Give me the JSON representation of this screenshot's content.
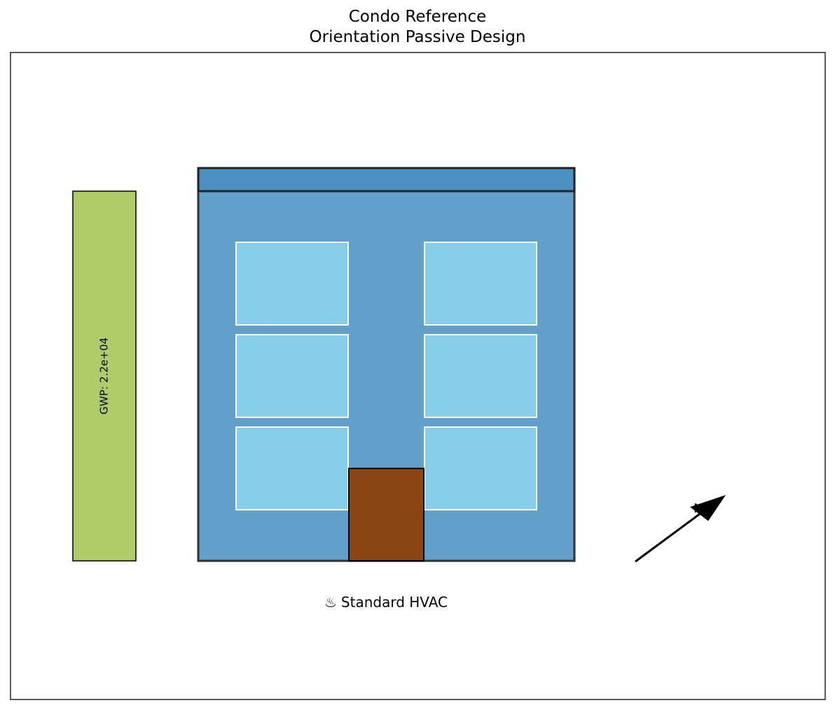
{
  "title": {
    "line1": "Condo Reference",
    "line2": "Orientation Passive Design"
  },
  "gwp_bar": {
    "label": "GWP: 2.2e+04",
    "color": "#aecd6a"
  },
  "building": {
    "wall_color": "#629fca",
    "roof_color": "#4a90c2",
    "window_color": "#87ceeb",
    "door_color": "#8b4513",
    "window_rows": 3,
    "window_cols": 2
  },
  "hvac": {
    "icon": "hot-springs-icon",
    "icon_glyph": "♨",
    "label": "Standard HVAC"
  },
  "compass": {
    "label": "N",
    "icon": "north-arrow-icon"
  }
}
